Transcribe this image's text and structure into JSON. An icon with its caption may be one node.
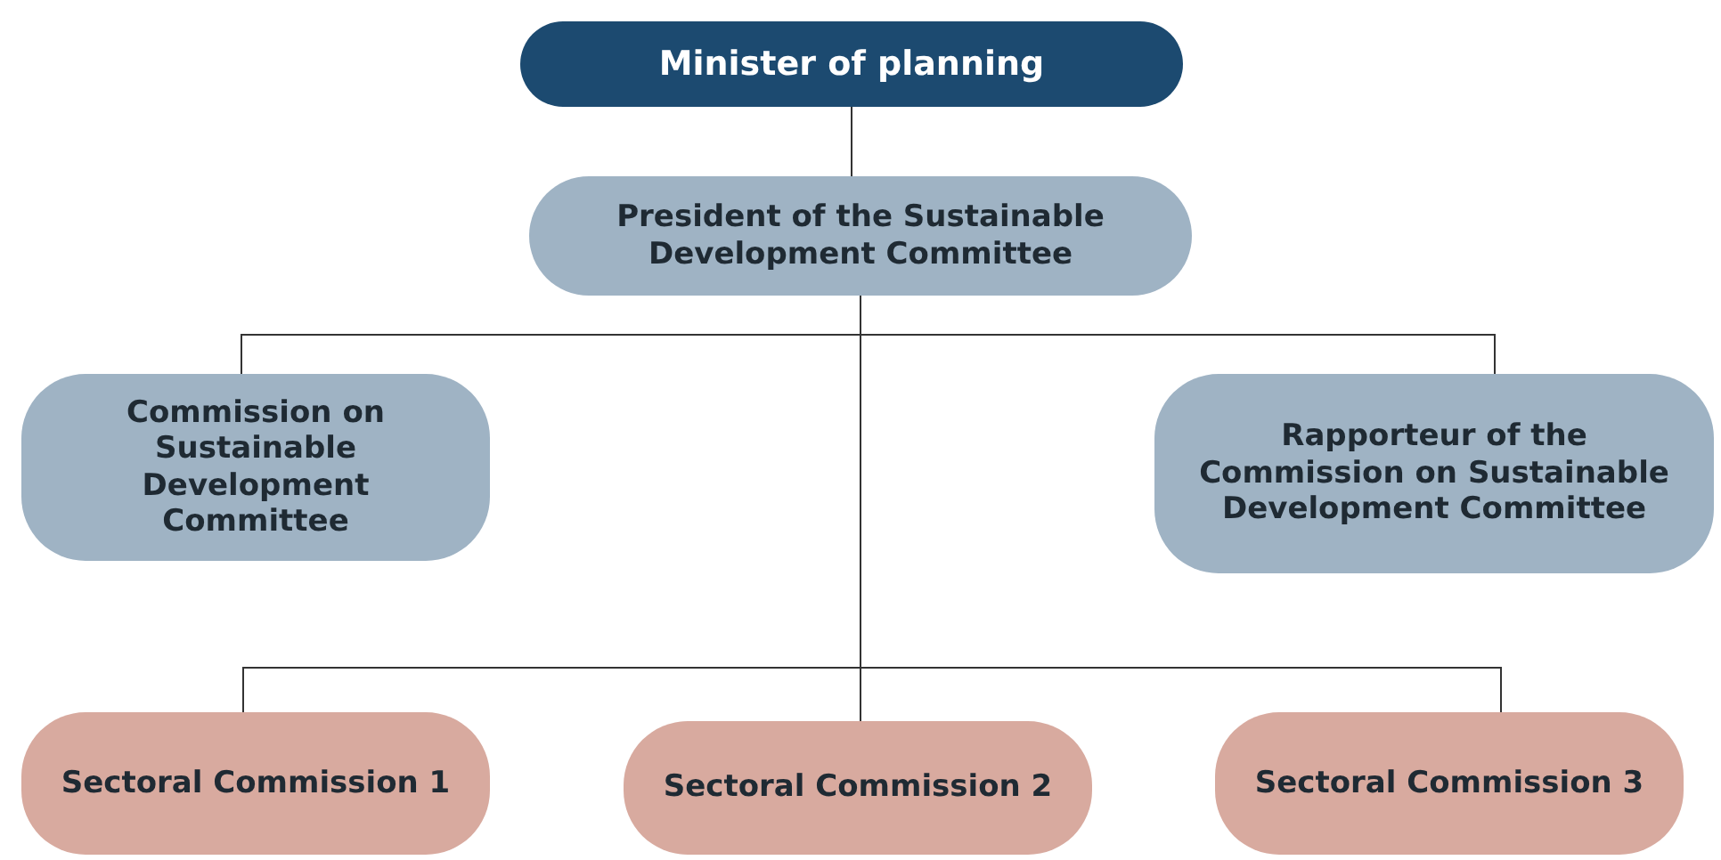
{
  "diagram": {
    "nodes": [
      {
        "text": [
          "Minister of planning"
        ]
      },
      {
        "text": [
          "President of the Sustainable Development Committee"
        ]
      },
      {
        "text": [
          "Commission on Sustainable Development Committee"
        ]
      },
      {
        "text": [
          "Rapporteur of the Commission on Sustainable Development Committee"
        ]
      },
      {
        "text": [
          "Sectoral Commission 1"
        ]
      },
      {
        "text": [
          "Sectoral Commission 2"
        ]
      },
      {
        "text": [
          "Sectoral Commission 3"
        ]
      }
    ],
    "edges": [
      {
        "from": 0,
        "to": 1,
        "arrow": "none"
      },
      {
        "from": 1,
        "to": 2,
        "arrow": "none"
      },
      {
        "from": 1,
        "to": 3,
        "arrow": "none"
      },
      {
        "from": 1,
        "to": 4,
        "arrow": "none"
      },
      {
        "from": 1,
        "to": 5,
        "arrow": "none"
      },
      {
        "from": 1,
        "to": 6,
        "arrow": "none"
      }
    ]
  }
}
